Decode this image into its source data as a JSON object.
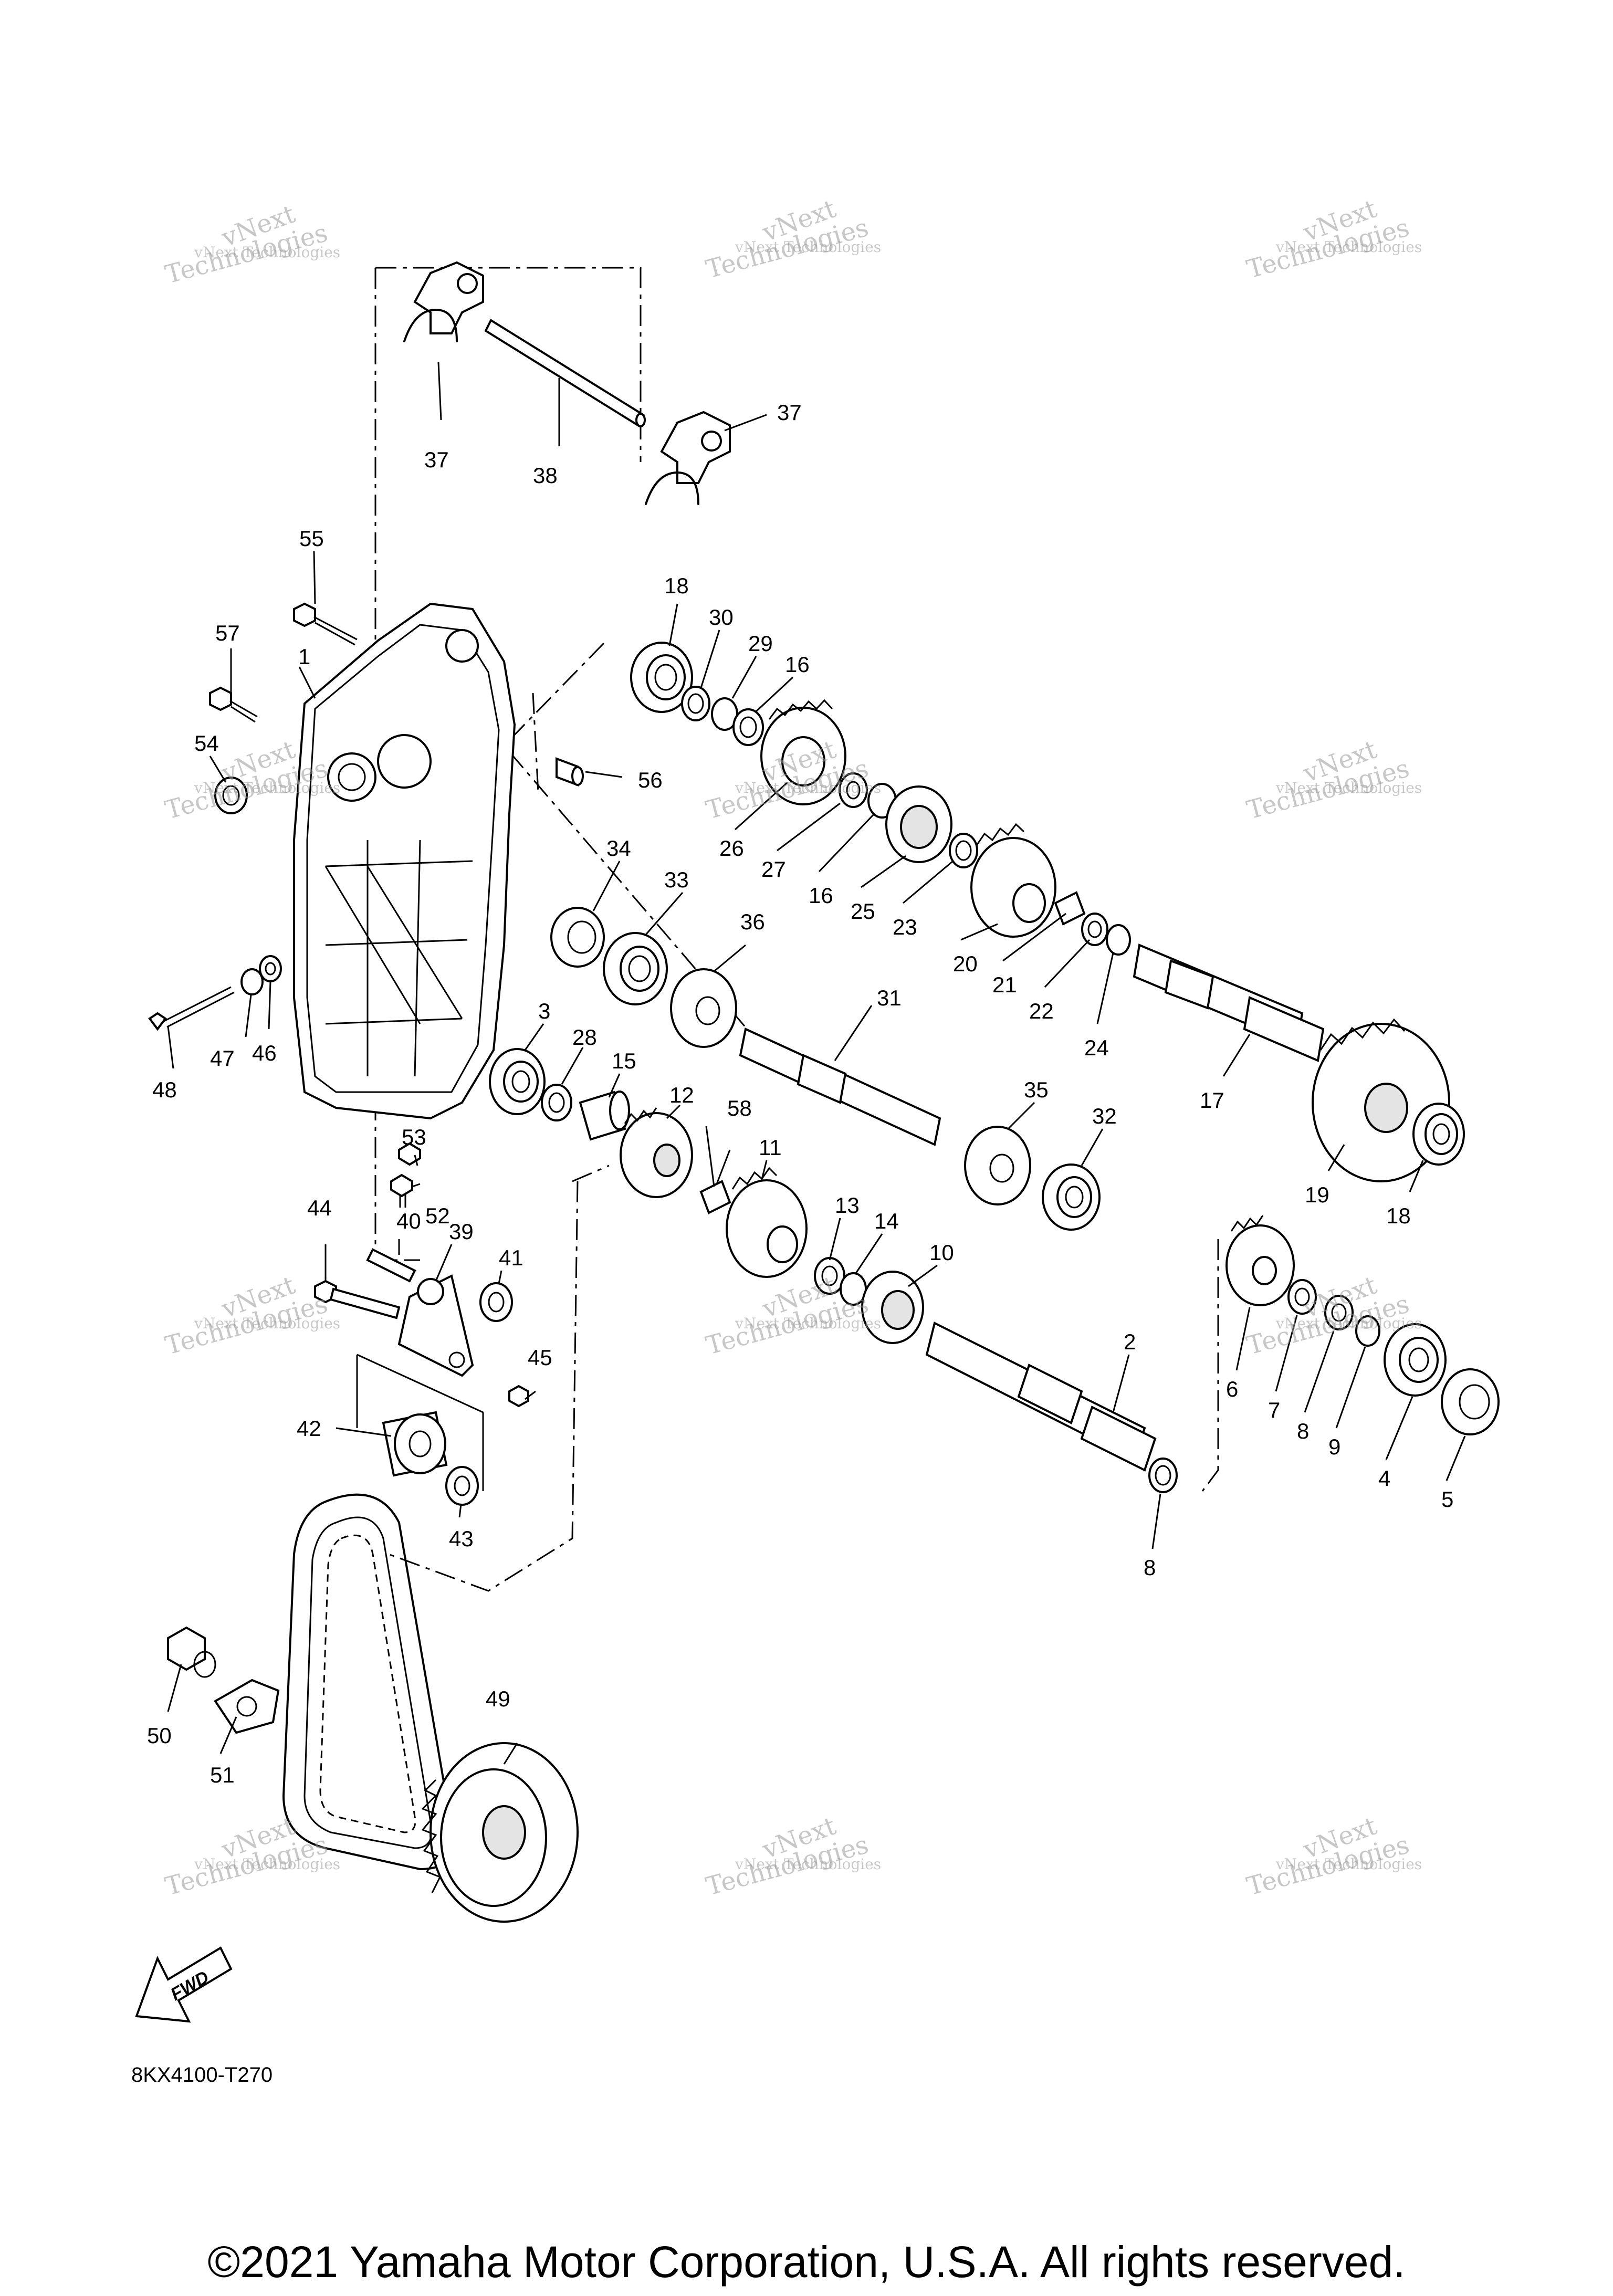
{
  "diagram": {
    "code": "8KX4100-T270",
    "fwd_label": "FWD",
    "copyright": "©2021 Yamaha Motor Corporation, U.S.A. All rights reserved."
  },
  "watermark": {
    "line1": "vNext Technologies",
    "line2": "vNext",
    "line3": "Technologies"
  },
  "callouts": [
    {
      "label": "1"
    },
    {
      "label": "2"
    },
    {
      "label": "3"
    },
    {
      "label": "4"
    },
    {
      "label": "5"
    },
    {
      "label": "6"
    },
    {
      "label": "7"
    },
    {
      "label": "8"
    },
    {
      "label": "8"
    },
    {
      "label": "9"
    },
    {
      "label": "10"
    },
    {
      "label": "11"
    },
    {
      "label": "12"
    },
    {
      "label": "13"
    },
    {
      "label": "14"
    },
    {
      "label": "15"
    },
    {
      "label": "16"
    },
    {
      "label": "16"
    },
    {
      "label": "17"
    },
    {
      "label": "18"
    },
    {
      "label": "18"
    },
    {
      "label": "19"
    },
    {
      "label": "20"
    },
    {
      "label": "21"
    },
    {
      "label": "22"
    },
    {
      "label": "23"
    },
    {
      "label": "24"
    },
    {
      "label": "25"
    },
    {
      "label": "26"
    },
    {
      "label": "27"
    },
    {
      "label": "28"
    },
    {
      "label": "29"
    },
    {
      "label": "30"
    },
    {
      "label": "31"
    },
    {
      "label": "32"
    },
    {
      "label": "33"
    },
    {
      "label": "34"
    },
    {
      "label": "35"
    },
    {
      "label": "36"
    },
    {
      "label": "37"
    },
    {
      "label": "37"
    },
    {
      "label": "38"
    },
    {
      "label": "39"
    },
    {
      "label": "40"
    },
    {
      "label": "41"
    },
    {
      "label": "42"
    },
    {
      "label": "43"
    },
    {
      "label": "44"
    },
    {
      "label": "45"
    },
    {
      "label": "46"
    },
    {
      "label": "47"
    },
    {
      "label": "48"
    },
    {
      "label": "49"
    },
    {
      "label": "50"
    },
    {
      "label": "51"
    },
    {
      "label": "52"
    },
    {
      "label": "53"
    },
    {
      "label": "54"
    },
    {
      "label": "55"
    },
    {
      "label": "56"
    },
    {
      "label": "57"
    },
    {
      "label": "58"
    }
  ]
}
